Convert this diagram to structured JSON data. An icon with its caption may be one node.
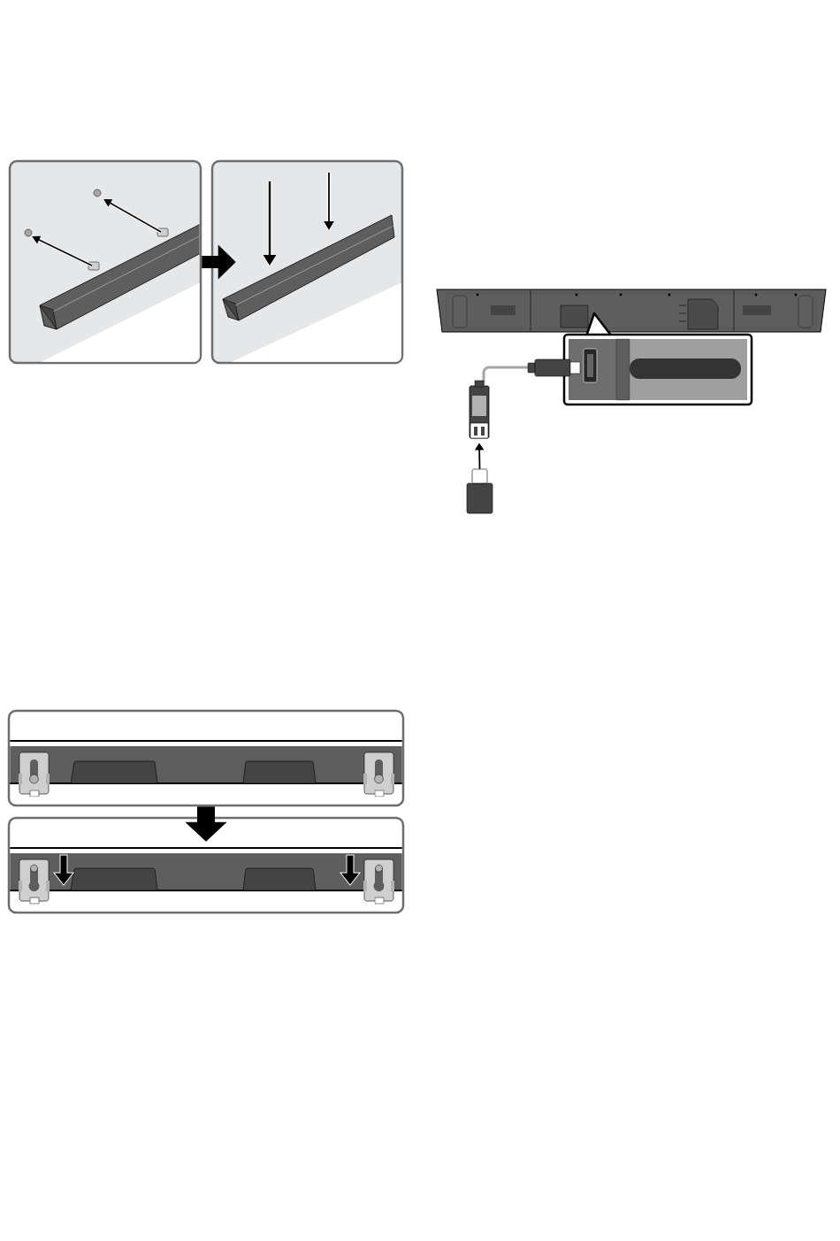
{
  "diagram": {
    "nodes": [
      {
        "text": [],
        "shape": "box"
      },
      {
        "text": [],
        "shape": "box"
      },
      {
        "text": [],
        "shape": "box"
      },
      {
        "text": [],
        "shape": "box"
      },
      {
        "text": [],
        "shape": "box"
      },
      {
        "text": [],
        "shape": "box"
      }
    ],
    "edges": [
      {
        "from": 0,
        "to": 1,
        "arrow": "to"
      },
      {
        "from": 3,
        "to": 2,
        "arrow": "to"
      },
      {
        "from": 4,
        "to": 5,
        "arrow": "to"
      }
    ]
  }
}
